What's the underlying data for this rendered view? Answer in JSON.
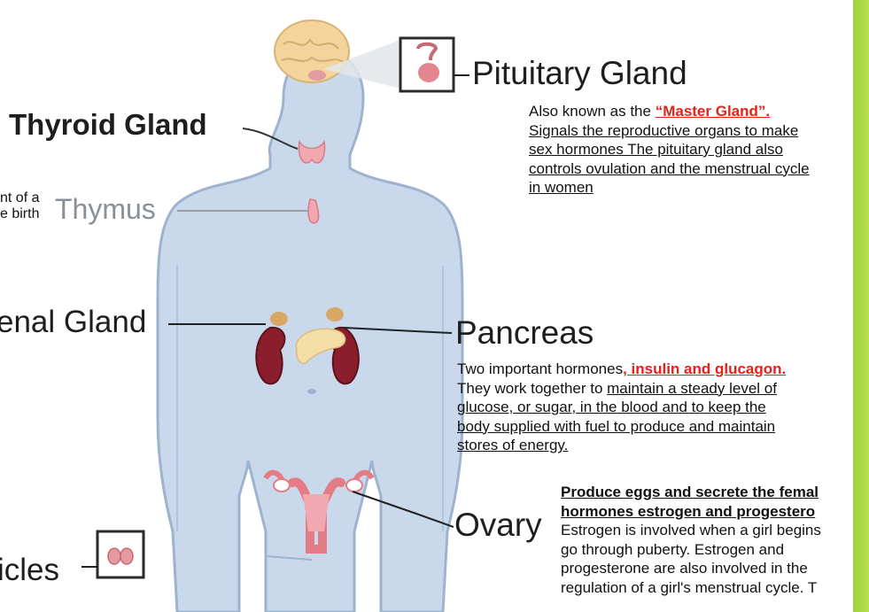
{
  "colors": {
    "body_fill": "#c9d8ea",
    "body_stroke": "#9db3cf",
    "accent_red": "#e2231a",
    "sidebar_green": "#a8d640"
  },
  "labels": {
    "pituitary": "Pituitary Gland",
    "thyroid": "Thyroid Gland",
    "thymus": "Thymus",
    "adrenal": "enal Gland",
    "pancreas": "Pancreas",
    "ovary": "Ovary",
    "testicles": "icles"
  },
  "pituitary_desc": {
    "line1_pre": "Also known as the ",
    "line1_red": "“Master Gland”.",
    "line2": "Signals the reproductive organs to make",
    "line3": "sex hormones  The pituitary gland also",
    "line4": "controls ovulation and the menstrual cycle",
    "line5": "in women"
  },
  "thymus_desc": {
    "line1": "nt of a",
    "line2": "e birth"
  },
  "pancreas_desc": {
    "line1_pre": "Two important hormones",
    "line1_red": ", insulin and glucagon.",
    "line2_pre": "They work together to ",
    "line2_u": "maintain a steady level of",
    "line3": "glucose, or sugar, in the blood and to keep the",
    "line4": "body supplied with fuel to produce and maintain",
    "line5": "stores of energy."
  },
  "ovary_desc": {
    "line1": "Produce eggs and secrete the femal",
    "line2": "hormones estrogen and progestero",
    "line3": "Estrogen is involved when a girl begins",
    "line4": "go through puberty. Estrogen and",
    "line5": "progesterone are also involved in the",
    "line6": "regulation of a girl's menstrual cycle. T"
  }
}
